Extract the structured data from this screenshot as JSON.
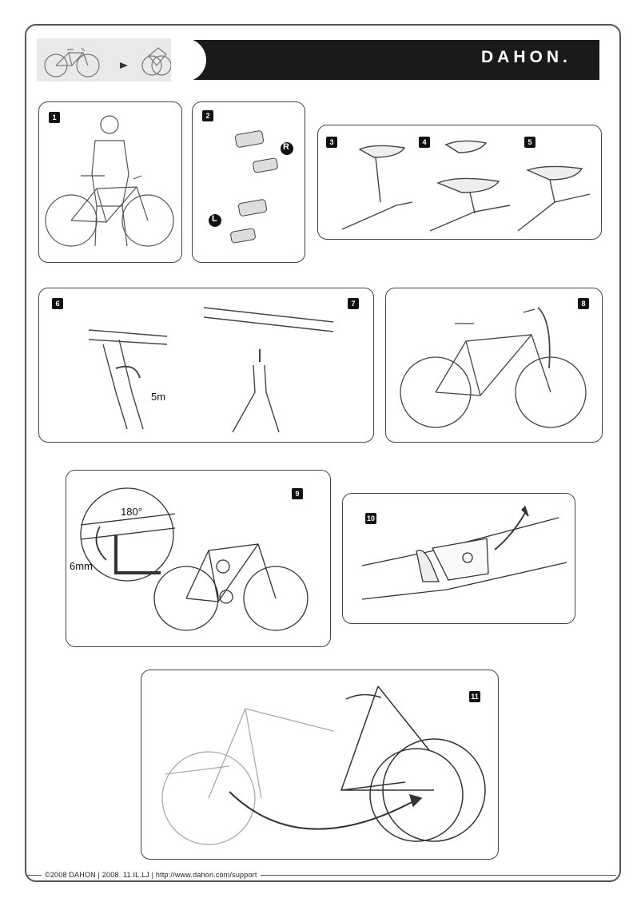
{
  "header": {
    "brand": "DAHON",
    "brand_suffix": "."
  },
  "steps": [
    {
      "number": "1"
    },
    {
      "number": "2",
      "pedal_right": "R",
      "pedal_left": "L"
    },
    {
      "number": "3"
    },
    {
      "number": "4"
    },
    {
      "number": "5"
    },
    {
      "number": "6",
      "tool_label": "5m"
    },
    {
      "number": "7"
    },
    {
      "number": "8"
    },
    {
      "number": "9",
      "angle_label": "180°",
      "tool_label": "6mm"
    },
    {
      "number": "10"
    },
    {
      "number": "11"
    }
  ],
  "footer": {
    "text": "©2008 DAHON  |  2008. 11.IL.LJ  |  http://www.dahon.com/support"
  }
}
